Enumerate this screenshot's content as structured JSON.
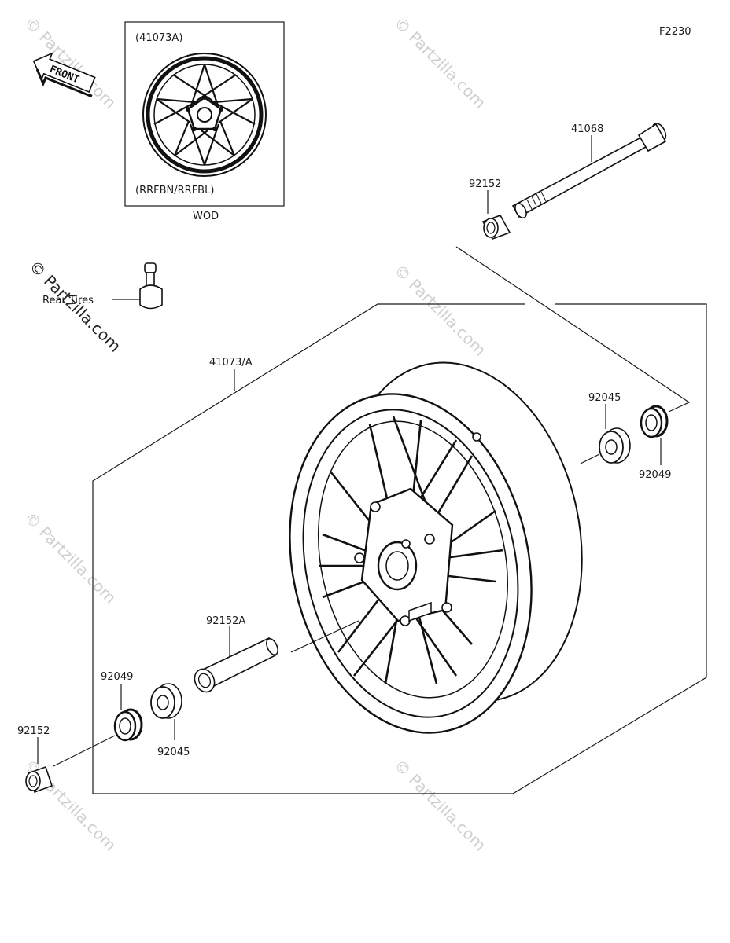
{
  "diagram_code": "F2230",
  "front_arrow": {
    "text": "FRONT"
  },
  "inset": {
    "top_label": "(41073A)",
    "bottom_label": "(RRFBN/RRFBL)",
    "caption": "WOD"
  },
  "valve": {
    "label": "Rear Tires"
  },
  "parts": {
    "axle": "41068",
    "collar_top": "92152",
    "wheel": "41073/A",
    "bearing_right": "92045",
    "seal_right": "92049",
    "spacer": "92152A",
    "seal_left": "92049",
    "bearing_left": "92045",
    "collar_bottom": "92152"
  },
  "watermarks": {
    "text": "© Partzilla.com",
    "dark_text": "© Partzilla.com"
  },
  "colors": {
    "line": "#1a1a1a",
    "watermark": "#cfcfcf",
    "background": "#ffffff"
  }
}
